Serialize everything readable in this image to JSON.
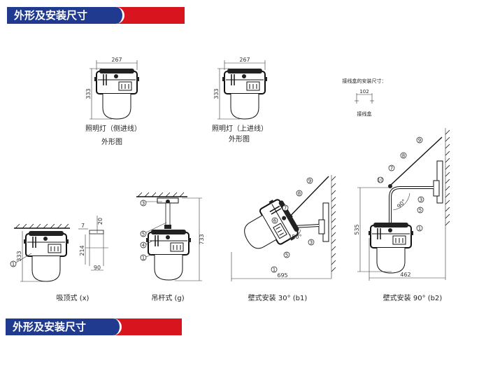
{
  "header": {
    "title": "外形及安装尺寸",
    "colors": {
      "blue": "#1f3a8f",
      "red": "#d8141e"
    }
  },
  "footer": {
    "title": "外形及安装尺寸"
  },
  "outline_side": {
    "caption": "照明灯（侧进线）",
    "subcaption": "外形图",
    "width": "267",
    "height": "333"
  },
  "outline_top": {
    "caption": "照明灯（上进线）",
    "subcaption": "外形图",
    "width": "267",
    "height": "333"
  },
  "junction_box": {
    "title": "接线盒的安装尺寸：",
    "spacing": "102",
    "label": "接线盒"
  },
  "ceiling": {
    "caption": "吸顶式 (x)",
    "height": "333",
    "dims": [
      "7",
      "20",
      "214",
      "90"
    ],
    "parts": [
      "1"
    ]
  },
  "pendant": {
    "caption": "吊杆式 (g)",
    "height": "733",
    "parts": [
      "3",
      "5",
      "4",
      "1"
    ]
  },
  "wall30": {
    "caption": "壁式安装 30°  (b1)",
    "angle": "150°",
    "width": "695",
    "parts": [
      "9",
      "8",
      "7",
      "6",
      "5",
      "3",
      "1"
    ]
  },
  "wall90": {
    "caption": "壁式安装 90°  (b2)",
    "angle": "90°",
    "width": "462",
    "height": "535",
    "parts": [
      "9",
      "8",
      "7",
      "10",
      "3",
      "5",
      "1"
    ]
  }
}
